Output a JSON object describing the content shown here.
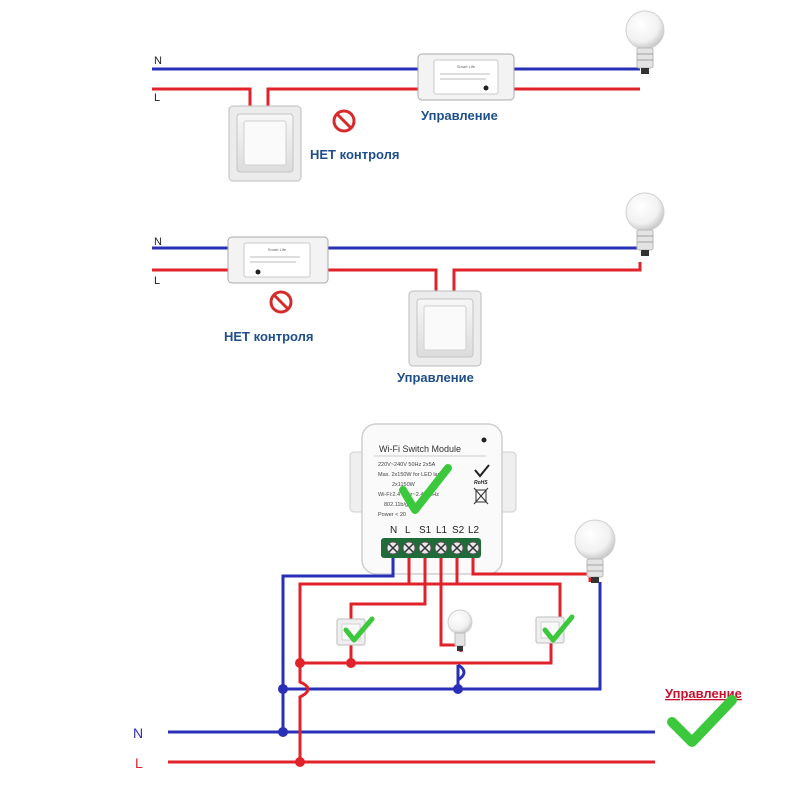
{
  "colors": {
    "neutral": "#2a2fb8",
    "live": "#e0222b",
    "ok": "#3cc83c",
    "no": "#d62b2b",
    "label_blue": "#1f4f8a",
    "label_red": "#c8102e"
  },
  "diagram1": {
    "n_label": "N",
    "l_label": "L",
    "module_label": "Smart Life",
    "control_label": "Управление",
    "no_control_label": "НЕТ контроля"
  },
  "diagram2": {
    "n_label": "N",
    "l_label": "L",
    "module_label": "Smart Life",
    "control_label": "Управление",
    "no_control_label": "НЕТ контроля"
  },
  "diagram3": {
    "module": {
      "title": "Wi-Fi Switch Module",
      "spec1": "220V~240V  50Hz  2x5A",
      "spec2": "Max. 2x150W for LED lamp",
      "spec3": "2x1150W",
      "spec4": "Wi-Fi:2.4 GHz~2.48 GHz",
      "spec5": "802.11b/g/n",
      "spec6": "Power < 20",
      "rohs": "RoHS",
      "terminals": [
        "N",
        "L",
        "S1",
        "L1",
        "S2",
        "L2"
      ]
    },
    "n_label": "N",
    "l_label": "L",
    "control_label": "Управление"
  }
}
